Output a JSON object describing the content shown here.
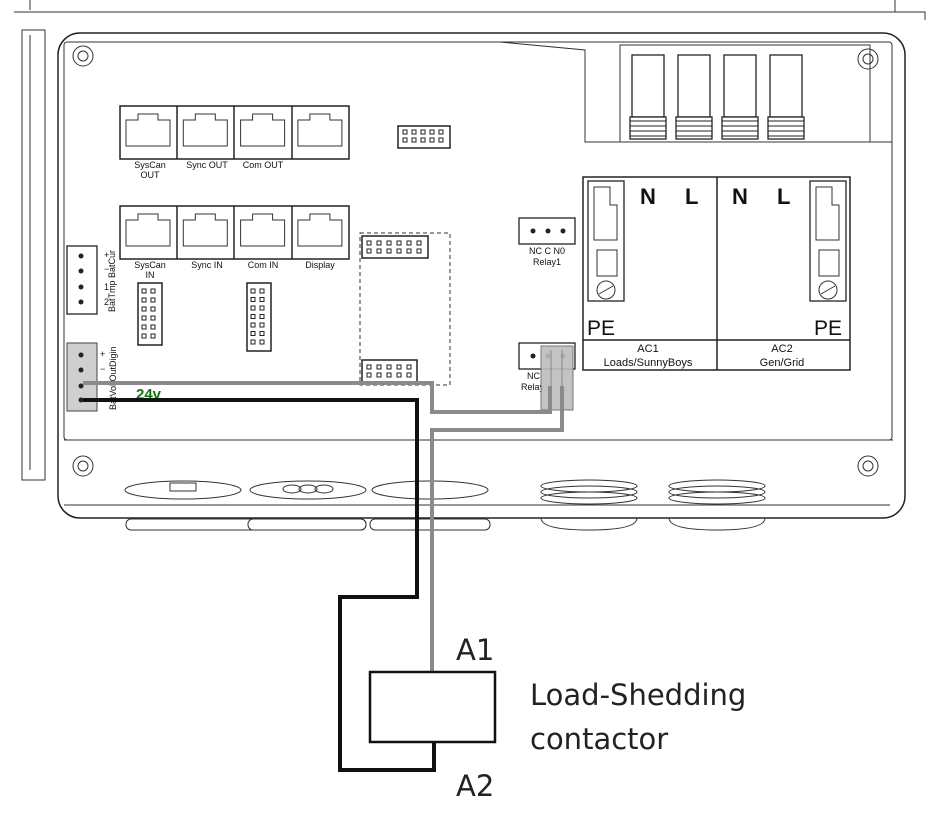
{
  "ports_top": [
    "SysCan\nOUT",
    "Sync OUT",
    "Com OUT",
    ""
  ],
  "ports_mid": [
    "SysCan\nIN",
    "Sync IN",
    "Com IN",
    "Display"
  ],
  "left_labels": {
    "bat_temp": "BatTmp BatCur",
    "bat_temp_pins": [
      "+",
      "−",
      "1",
      "2"
    ],
    "aux_out": "BatVol OutDigin",
    "aux_out_pins": [
      "+",
      "−"
    ]
  },
  "voltage_label": "24v",
  "relay1": {
    "pins": "NC  C  N0",
    "name": "Relay1"
  },
  "relay2": {
    "pins": "NC",
    "name": "Relay"
  },
  "ac_terminal": {
    "n1": "N",
    "l1": "L",
    "n2": "N",
    "l2": "L",
    "pe_left": "PE",
    "pe_right": "PE",
    "ac1_title": "AC1",
    "ac1_sub": "Loads/SunnyBoys",
    "ac2_title": "AC2",
    "ac2_sub": "Gen/Grid"
  },
  "contactor": {
    "a1": "A1",
    "a2": "A2",
    "label_line1": "Load-Shedding",
    "label_line2": "contactor"
  },
  "colors": {
    "wire_black": "#111111",
    "wire_gray": "#8a8a8a",
    "voltage_green": "#0a7a0a"
  }
}
